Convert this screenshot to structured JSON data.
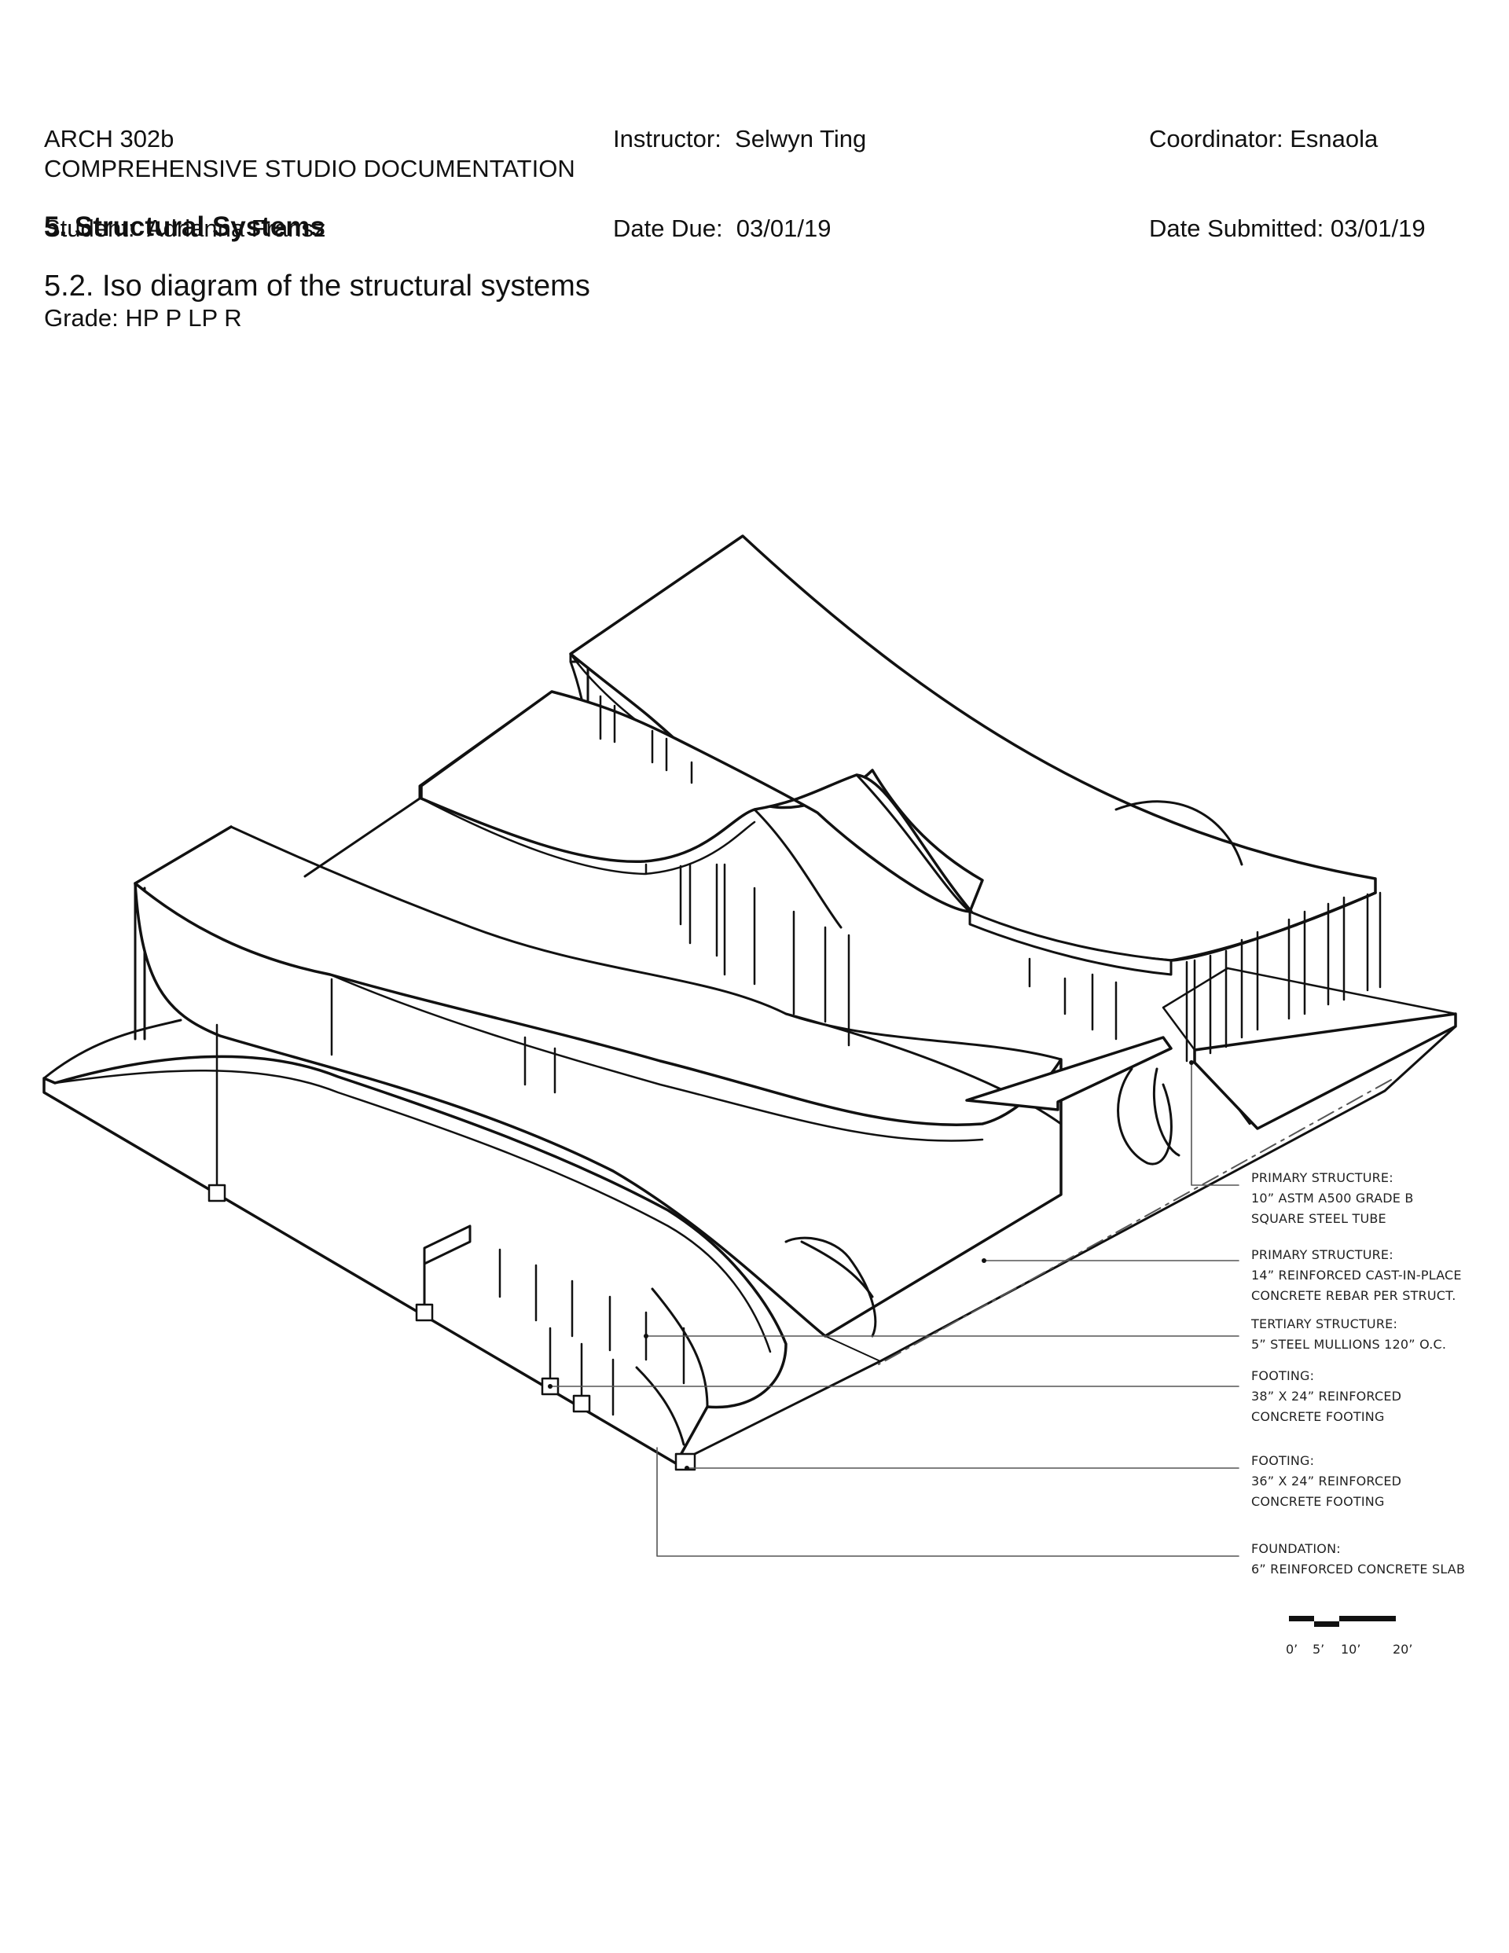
{
  "header": {
    "course": "ARCH 302b",
    "student": "Student:  Adrianna Fransz",
    "instructor": "Instructor:  Selwyn Ting",
    "date_due": "Date Due:  03/01/19",
    "coordinator": "Coordinator: Esnaola",
    "date_submitted": "Date Submitted: 03/01/19"
  },
  "document": {
    "studio_title": "COMPREHENSIVE STUDIO DOCUMENTATION",
    "section_title": "5. Structural Systems",
    "subsection_title": "5.2. Iso diagram of the structural systems",
    "grade": "Grade: HP P LP R"
  },
  "annotations": [
    {
      "lines": [
        "PRIMARY STRUCTURE:",
        "10”  ASTM A500 GRADE B",
        "SQUARE STEEL TUBE"
      ]
    },
    {
      "lines": [
        "PRIMARY STRUCTURE:",
        "14” REINFORCED CAST-IN-PLACE",
        "CONCRETE REBAR PER STRUCT."
      ]
    },
    {
      "lines": [
        "TERTIARY STRUCTURE:",
        "5” STEEL MULLIONS 120” O.C."
      ]
    },
    {
      "lines": [
        "FOOTING:",
        "38” X 24” REINFORCED",
        "CONCRETE FOOTING"
      ]
    },
    {
      "lines": [
        "FOOTING:",
        "36” X 24” REINFORCED",
        "CONCRETE FOOTING"
      ]
    },
    {
      "lines": [
        "FOUNDATION:",
        "6” REINFORCED CONCRETE SLAB"
      ]
    }
  ],
  "scale_bar": {
    "labels": [
      "0’",
      "5’",
      "10’",
      "20’"
    ]
  }
}
